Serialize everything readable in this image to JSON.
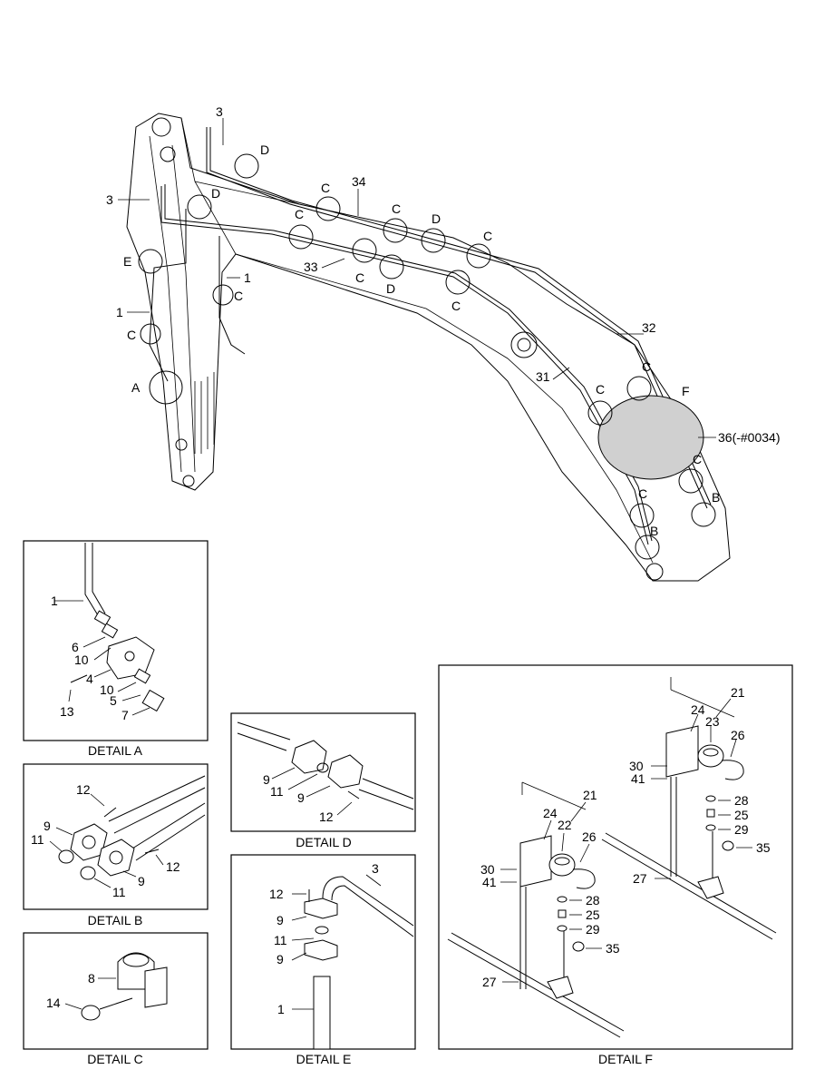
{
  "main": {
    "labels": {
      "l3a": "3",
      "l3b": "3",
      "l34": "34",
      "l33": "33",
      "l32": "32",
      "l31": "31",
      "l1a": "1",
      "l1b": "1",
      "l36": "36(-#0034)",
      "cA": "A",
      "cB1": "B",
      "cB2": "B",
      "cC1": "C",
      "cC2": "C",
      "cC3": "C",
      "cC4": "C",
      "cC5": "C",
      "cC6": "C",
      "cC7": "C",
      "cC8": "C",
      "cC9": "C",
      "cC10": "C",
      "cC11": "C",
      "cC12": "C",
      "cD1": "D",
      "cD2": "D",
      "cD3": "D",
      "cD4": "D",
      "cE": "E",
      "cF": "F"
    }
  },
  "details": {
    "a": {
      "caption": "DETAIL  A",
      "labels": [
        "1",
        "6",
        "10",
        "4",
        "10",
        "5",
        "7",
        "13"
      ]
    },
    "b": {
      "caption": "DETAIL  B",
      "labels": [
        "12",
        "9",
        "11",
        "12",
        "9",
        "11"
      ]
    },
    "c": {
      "caption": "DETAIL  C",
      "labels": [
        "8",
        "14"
      ]
    },
    "d": {
      "caption": "DETAIL  D",
      "labels": [
        "9",
        "11",
        "9",
        "12"
      ]
    },
    "e": {
      "caption": "DETAIL  E",
      "labels": [
        "3",
        "12",
        "9",
        "11",
        "9",
        "1"
      ]
    },
    "f": {
      "caption": "DETAIL  F",
      "labels": [
        "21",
        "24",
        "23",
        "26",
        "30",
        "41",
        "28",
        "25",
        "29",
        "35",
        "27",
        "21",
        "24",
        "22",
        "26",
        "30",
        "41",
        "28",
        "25",
        "29",
        "35",
        "27"
      ]
    }
  }
}
